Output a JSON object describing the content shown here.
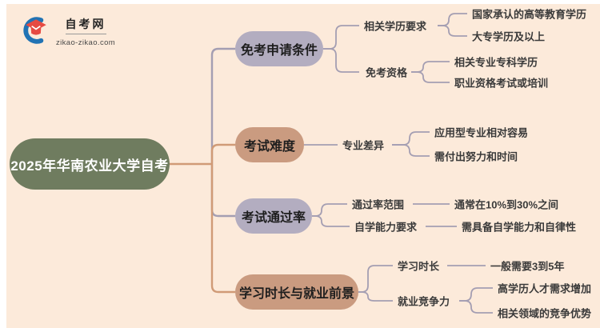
{
  "page": {
    "background": "#fceada",
    "margin_color": "#ffffff"
  },
  "logo": {
    "site_name": "自考网",
    "site_url": "zikao-zikao.com",
    "icon": "graduation-cap-icon",
    "icon_colors": {
      "swoosh": "#2173b4",
      "cap": "#e64a42"
    }
  },
  "root": {
    "label": "2025年华南农业大学自考",
    "color": "#6f7c5f",
    "text_color": "#ffffff"
  },
  "palette": {
    "pill_gray": "#b3adc0",
    "pill_salmon": "#ca9b80",
    "edge_gray": "#a49eb2",
    "edge_salmon": "#d09b77",
    "text_dark": "#3a3a3a"
  },
  "branches": [
    {
      "label": "免考申请条件",
      "color_key": "gray",
      "children": [
        {
          "label": "相关学历要求",
          "items": [
            "国家承认的高等教育学历",
            "大专学历及以上"
          ]
        },
        {
          "label": "免考资格",
          "items": [
            "相关专业专科学历",
            "职业资格考试或培训"
          ]
        }
      ]
    },
    {
      "label": "考试难度",
      "color_key": "salmon",
      "children": [
        {
          "label": "专业差异",
          "items": [
            "应用型专业相对容易",
            "需付出努力和时间"
          ]
        }
      ]
    },
    {
      "label": "考试通过率",
      "color_key": "gray",
      "children": [
        {
          "label": "通过率范围",
          "items": [
            "通常在10%到30%之间"
          ]
        },
        {
          "label": "自学能力要求",
          "items": [
            "需具备自学能力和自律性"
          ]
        }
      ]
    },
    {
      "label": "学习时长与就业前景",
      "color_key": "salmon",
      "children": [
        {
          "label": "学习时长",
          "items": [
            "一般需要3到5年"
          ]
        },
        {
          "label": "就业竞争力",
          "items": [
            "高学历人才需求增加",
            "相关领域的竞争优势"
          ]
        }
      ]
    }
  ]
}
